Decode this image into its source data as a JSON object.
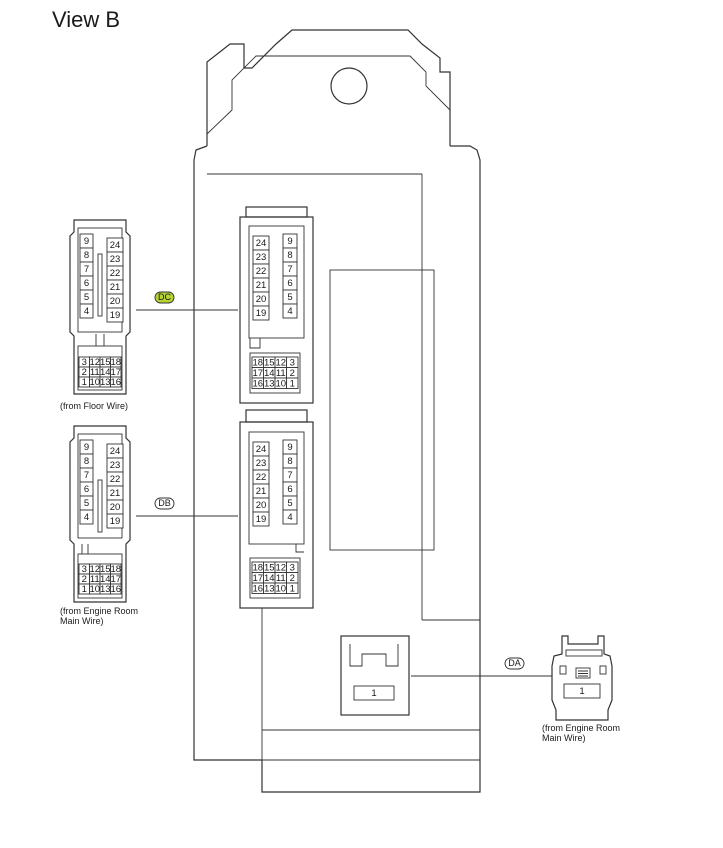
{
  "title": "View B",
  "connectors": {
    "DC": {
      "code": "DC",
      "highlight": "#b5d334",
      "caption": [
        "(from Floor Wire)"
      ],
      "left_col": [
        "9",
        "8",
        "7",
        "6",
        "5",
        "4"
      ],
      "right_col": [
        "24",
        "23",
        "22",
        "21",
        "20",
        "19"
      ],
      "bottom_rows": [
        [
          "3",
          "12",
          "15",
          "18"
        ],
        [
          "2",
          "11",
          "14",
          "17"
        ],
        [
          "1",
          "10",
          "13",
          "16"
        ]
      ],
      "socket_left_col": [
        "24",
        "23",
        "22",
        "21",
        "20",
        "19"
      ],
      "socket_right_col": [
        "9",
        "8",
        "7",
        "6",
        "5",
        "4"
      ],
      "socket_rows": [
        [
          "18",
          "15",
          "12",
          "3"
        ],
        [
          "17",
          "14",
          "11",
          "2"
        ],
        [
          "16",
          "13",
          "10",
          "1"
        ]
      ]
    },
    "DB": {
      "code": "DB",
      "highlight": "#ffffff",
      "caption": [
        "(from Engine Room",
        "Main Wire)"
      ],
      "left_col": [
        "9",
        "8",
        "7",
        "6",
        "5",
        "4"
      ],
      "right_col": [
        "24",
        "23",
        "22",
        "21",
        "20",
        "19"
      ],
      "bottom_rows": [
        [
          "3",
          "12",
          "15",
          "18"
        ],
        [
          "2",
          "11",
          "14",
          "17"
        ],
        [
          "1",
          "10",
          "13",
          "16"
        ]
      ],
      "socket_left_col": [
        "24",
        "23",
        "22",
        "21",
        "20",
        "19"
      ],
      "socket_right_col": [
        "9",
        "8",
        "7",
        "6",
        "5",
        "4"
      ],
      "socket_rows": [
        [
          "18",
          "15",
          "12",
          "3"
        ],
        [
          "17",
          "14",
          "11",
          "2"
        ],
        [
          "16",
          "13",
          "10",
          "1"
        ]
      ]
    },
    "DA": {
      "code": "DA",
      "highlight": "#ffffff",
      "caption": [
        "(from Engine Room",
        "Main Wire)"
      ],
      "pin": "1",
      "socket_pin": "1"
    }
  }
}
